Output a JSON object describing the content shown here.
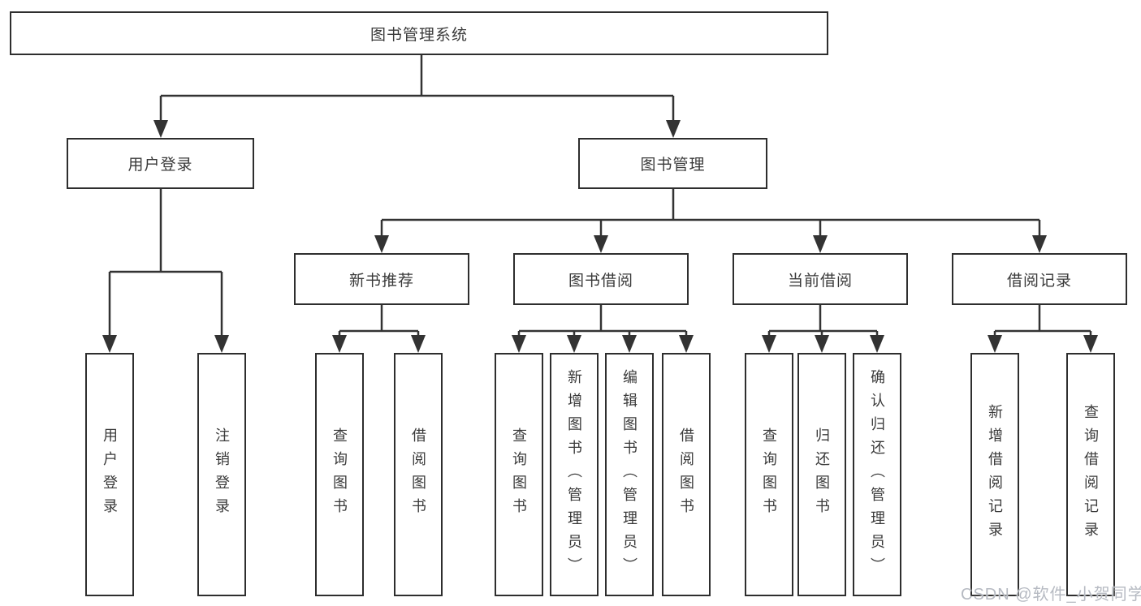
{
  "diagram": {
    "root": {
      "label": "图书管理系统"
    },
    "level2": [
      {
        "label": "用户登录"
      },
      {
        "label": "图书管理"
      }
    ],
    "level3": [
      {
        "label": "新书推荐"
      },
      {
        "label": "图书借阅"
      },
      {
        "label": "当前借阅"
      },
      {
        "label": "借阅记录"
      }
    ],
    "leaves": {
      "user_login": [
        {
          "label": "用户登录"
        },
        {
          "label": "注销登录"
        }
      ],
      "new_book": [
        {
          "label": "查询图书"
        },
        {
          "label": "借阅图书"
        }
      ],
      "book_borrow": [
        {
          "label": "查询图书"
        },
        {
          "label": "新增图书（管理员）"
        },
        {
          "label": "编辑图书（管理员）"
        },
        {
          "label": "借阅图书"
        }
      ],
      "current_borrow": [
        {
          "label": "查询图书"
        },
        {
          "label": "归还图书"
        },
        {
          "label": "确认归还（管理员）"
        }
      ],
      "borrow_records": [
        {
          "label": "新增借阅记录"
        },
        {
          "label": "查询借阅记录"
        }
      ]
    }
  },
  "watermark": {
    "text": "CSDN @软件_小贺同学"
  },
  "colors": {
    "line": "#333333",
    "box_border": "#2e2e2e",
    "text": "#3a3a3a",
    "background": "#ffffff",
    "watermark": "#b6bac2"
  }
}
